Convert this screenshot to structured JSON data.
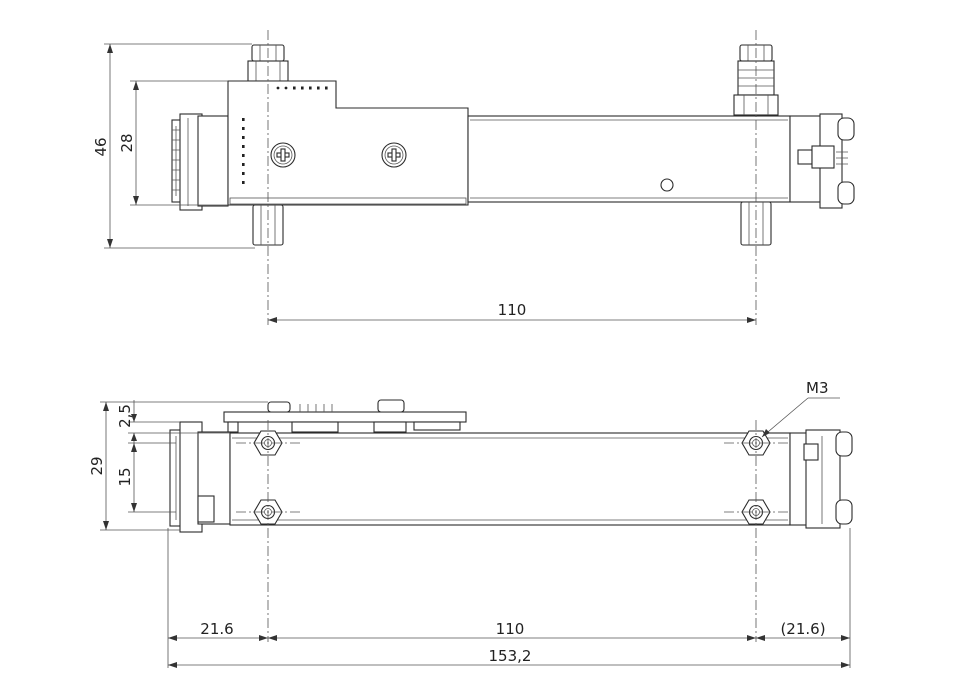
{
  "top_view": {
    "dim_height_total": "46",
    "dim_height_body": "28",
    "dim_port_spacing": "110"
  },
  "side_view": {
    "dim_height_total": "29",
    "dim_top_offset": "2,5",
    "dim_hole_spacing_vertical": "15",
    "dim_left_offset": "21.6",
    "dim_hole_spacing_horizontal": "110",
    "dim_right_offset": "(21.6)",
    "dim_overall_length": "153,2",
    "thread_callout": "M3"
  }
}
